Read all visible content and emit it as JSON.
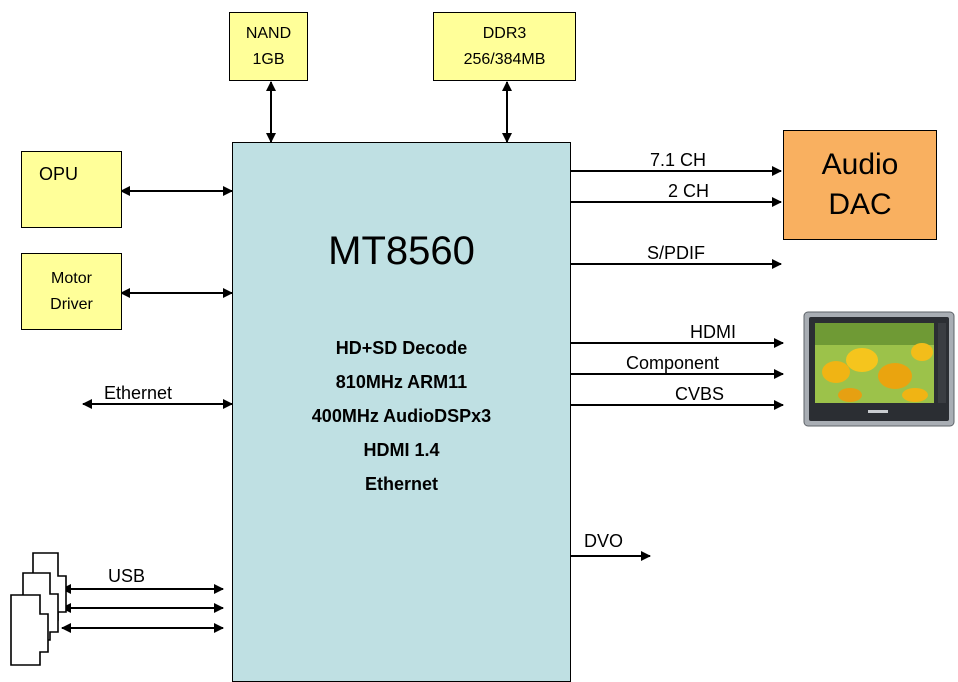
{
  "soc": {
    "name": "MT8560",
    "features": [
      "HD+SD Decode",
      "810MHz ARM11",
      "400MHz AudioDSPx3",
      "HDMI 1.4",
      "Ethernet"
    ]
  },
  "memory": {
    "nand": [
      "NAND",
      "1GB"
    ],
    "ddr": [
      "DDR3",
      "256/384MB"
    ]
  },
  "left_blocks": {
    "opu": "OPU",
    "motor": [
      "Motor",
      "Driver"
    ]
  },
  "audio_dac": [
    "Audio",
    "DAC"
  ],
  "signals": {
    "ch71": "7.1 CH",
    "ch2": "2 CH",
    "spdif": "S/PDIF",
    "hdmi": "HDMI",
    "component": "Component",
    "cvbs": "CVBS",
    "dvo": "DVO",
    "ethernet": "Ethernet",
    "usb": "USB"
  },
  "colors": {
    "soc_fill": "#bfe0e3",
    "memory_fill": "#ffff99",
    "dac_fill": "#f9b060"
  }
}
